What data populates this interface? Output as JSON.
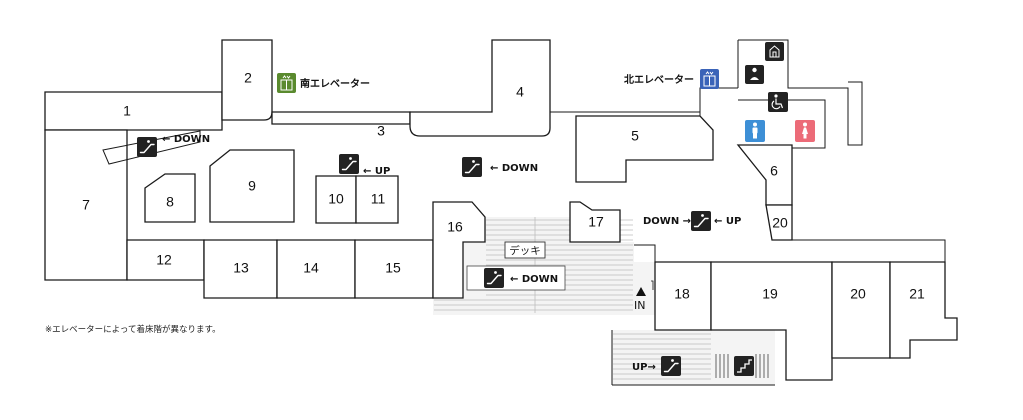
{
  "rooms": [
    {
      "id": "1",
      "label": "1"
    },
    {
      "id": "2",
      "label": "2"
    },
    {
      "id": "3",
      "label": "3"
    },
    {
      "id": "4",
      "label": "4"
    },
    {
      "id": "5",
      "label": "5"
    },
    {
      "id": "6",
      "label": "6"
    },
    {
      "id": "7",
      "label": "7"
    },
    {
      "id": "8",
      "label": "8"
    },
    {
      "id": "9",
      "label": "9"
    },
    {
      "id": "10",
      "label": "10"
    },
    {
      "id": "11",
      "label": "11"
    },
    {
      "id": "12",
      "label": "12"
    },
    {
      "id": "13",
      "label": "13"
    },
    {
      "id": "14",
      "label": "14"
    },
    {
      "id": "15",
      "label": "15"
    },
    {
      "id": "16",
      "label": "16"
    },
    {
      "id": "17",
      "label": "17"
    },
    {
      "id": "18",
      "label": "18"
    },
    {
      "id": "19",
      "label": "19"
    },
    {
      "id": "20a",
      "label": "20"
    },
    {
      "id": "20b",
      "label": "20"
    },
    {
      "id": "21",
      "label": "21"
    }
  ],
  "elevators": {
    "south": "南エレベーター",
    "north": "北エレベーター"
  },
  "escalators": {
    "west_down": "← DOWN",
    "center_up": "← UP",
    "center_down": "←  DOWN",
    "east_left": "DOWN →",
    "east_right": "← UP",
    "deck_down": "← DOWN",
    "south_up": "UP→"
  },
  "deck_label": "デッキ",
  "entrance_label": "IN",
  "footnote": "※エレベーターによって着床階が異なります。",
  "colors": {
    "south_elevator": "#5a8a2e",
    "north_elevator": "#3a63b8",
    "mens_restroom": "#3d8fd6",
    "womens_restroom": "#ec6b78"
  },
  "icons": [
    "escalator-icon",
    "elevator-icon",
    "baby-room-icon",
    "nursing-room-icon",
    "wheelchair-icon",
    "male-restroom-icon",
    "female-restroom-icon",
    "stairs-icon",
    "entrance-arrow-icon"
  ]
}
